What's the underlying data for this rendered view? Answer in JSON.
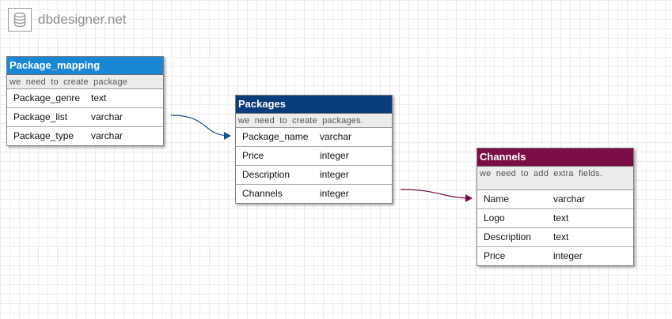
{
  "app": {
    "title": "dbdesigner.net"
  },
  "colors": {
    "package_mapping_header": "#1a87d4",
    "packages_header": "#083d7d",
    "channels_header": "#7a0d45",
    "link_blue": "#1a4f8c",
    "link_purple": "#7a0d45"
  },
  "tables": {
    "package_mapping": {
      "name": "Package_mapping",
      "note": "we need to create package",
      "fields": [
        {
          "name": "Package_genre",
          "type": "text"
        },
        {
          "name": "Package_list",
          "type": "varchar"
        },
        {
          "name": "Package_type",
          "type": "varchar"
        }
      ]
    },
    "packages": {
      "name": "Packages",
      "note": "we need to create packages.",
      "fields": [
        {
          "name": "Package_name",
          "type": "varchar"
        },
        {
          "name": "Price",
          "type": "integer"
        },
        {
          "name": "Description",
          "type": "integer"
        },
        {
          "name": "Channels",
          "type": "integer"
        }
      ]
    },
    "channels": {
      "name": "Channels",
      "note": "we need to add extra fields.",
      "fields": [
        {
          "name": "Name",
          "type": "varchar"
        },
        {
          "name": "Logo",
          "type": "text"
        },
        {
          "name": "Description",
          "type": "text"
        },
        {
          "name": "Price",
          "type": "integer"
        }
      ]
    }
  },
  "relations": [
    {
      "from": "Package_mapping.Package_list",
      "to": "Packages.Package_name"
    },
    {
      "from": "Packages.Channels",
      "to": "Channels.Name"
    }
  ]
}
